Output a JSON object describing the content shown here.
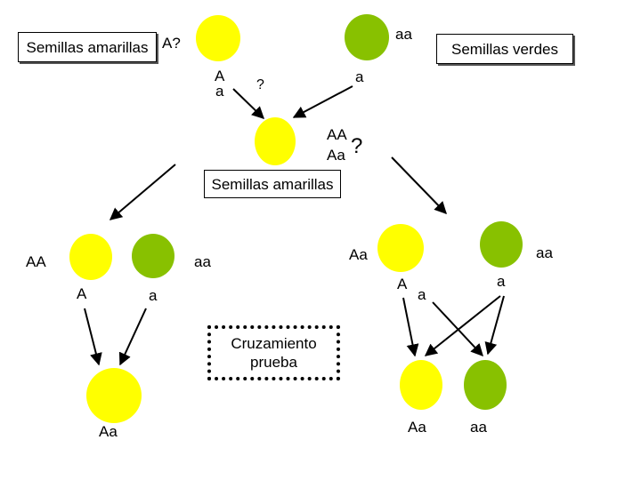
{
  "colors": {
    "yellow": "#ffff00",
    "green": "#88c100",
    "arrow": "#000000"
  },
  "top": {
    "yellow_box_label": "Semillas amarillas",
    "yellow_genotype": "A?",
    "green_box_label": "Semillas verdes",
    "green_genotype": "aa",
    "yellow_gamete_1": "A",
    "yellow_gamete_2": "a",
    "question": "?",
    "green_gamete": "a"
  },
  "f1": {
    "genotype_1": "AA",
    "genotype_2": "Aa",
    "question": "?",
    "box_label": "Semillas amarillas"
  },
  "left_cross": {
    "yellow_genotype": "AA",
    "green_genotype": "aa",
    "gamete_yellow": "A",
    "gamete_green": "a",
    "offspring_genotype": "Aa"
  },
  "right_cross": {
    "yellow_genotype": "Aa",
    "green_genotype": "aa",
    "gamete_A": "A",
    "gamete_a1": "a",
    "gamete_a2": "a",
    "offspring_1": "Aa",
    "offspring_2": "aa"
  },
  "test_cross": {
    "line1": "Cruzamiento",
    "line2": "prueba"
  }
}
